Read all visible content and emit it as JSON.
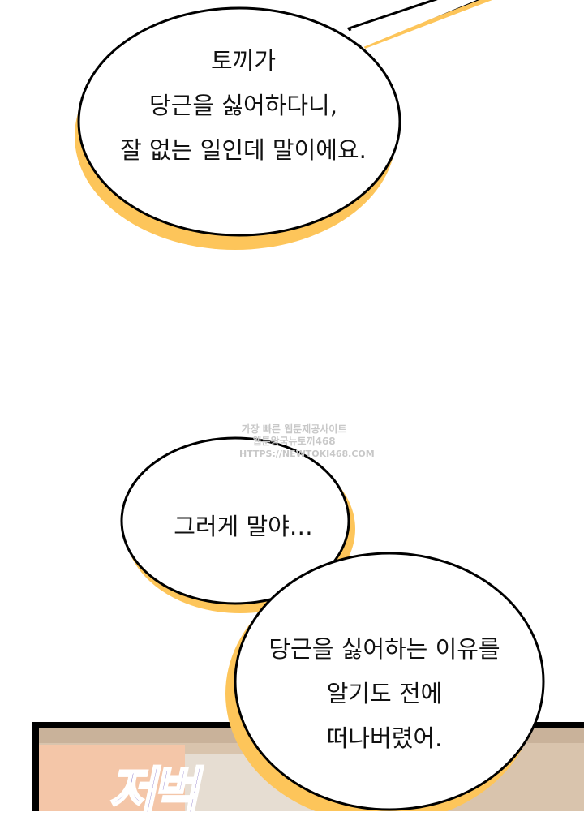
{
  "bubbles": [
    {
      "lines": [
        "토끼가",
        "당근을 싫어하다니,",
        "잘 없는 일인데 말이에요."
      ]
    },
    {
      "lines": [
        "그러게 말야…"
      ]
    },
    {
      "lines": [
        "당근을 싫어하는 이유를",
        "알기도 전에",
        "떠나버렸어."
      ]
    }
  ],
  "watermark": {
    "line1": "가장 빠른 웹툰제공사이트",
    "line2": "웹툰왕국뉴토끼468",
    "url": "HTTPS://NEWTOKI468.COM"
  },
  "sfx": "저벅",
  "colors": {
    "shadow": "#fdc55a",
    "outline": "#000000",
    "bubble": "#ffffff",
    "sfx": "#5a3fb0"
  }
}
